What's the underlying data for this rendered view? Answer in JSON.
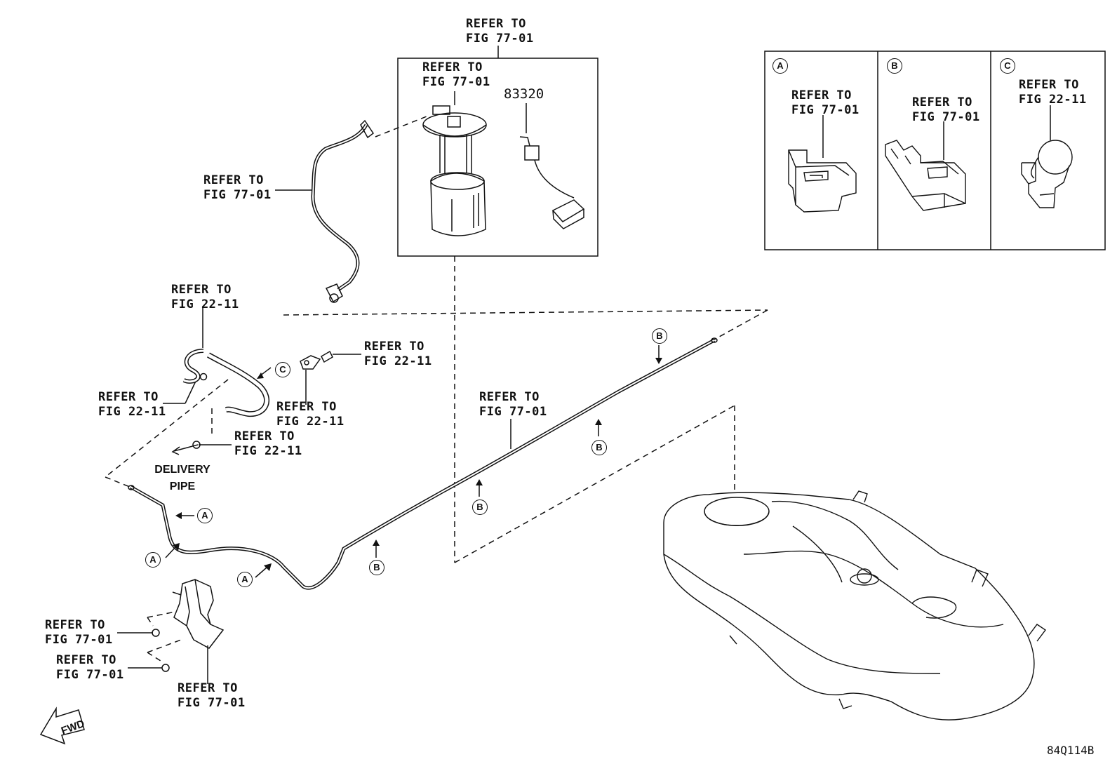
{
  "refer_fig_77_01": [
    "REFER TO",
    "FIG 77-01"
  ],
  "refer_fig_22_11": [
    "REFER TO",
    "FIG 22-11"
  ],
  "part_83320": "83320",
  "delivery_pipe": [
    "DELIVERY",
    "PIPE"
  ],
  "clip_letters": {
    "a": "A",
    "b": "B",
    "c": "C"
  },
  "fwd": "FWD",
  "diagram_code": "84Q114B"
}
